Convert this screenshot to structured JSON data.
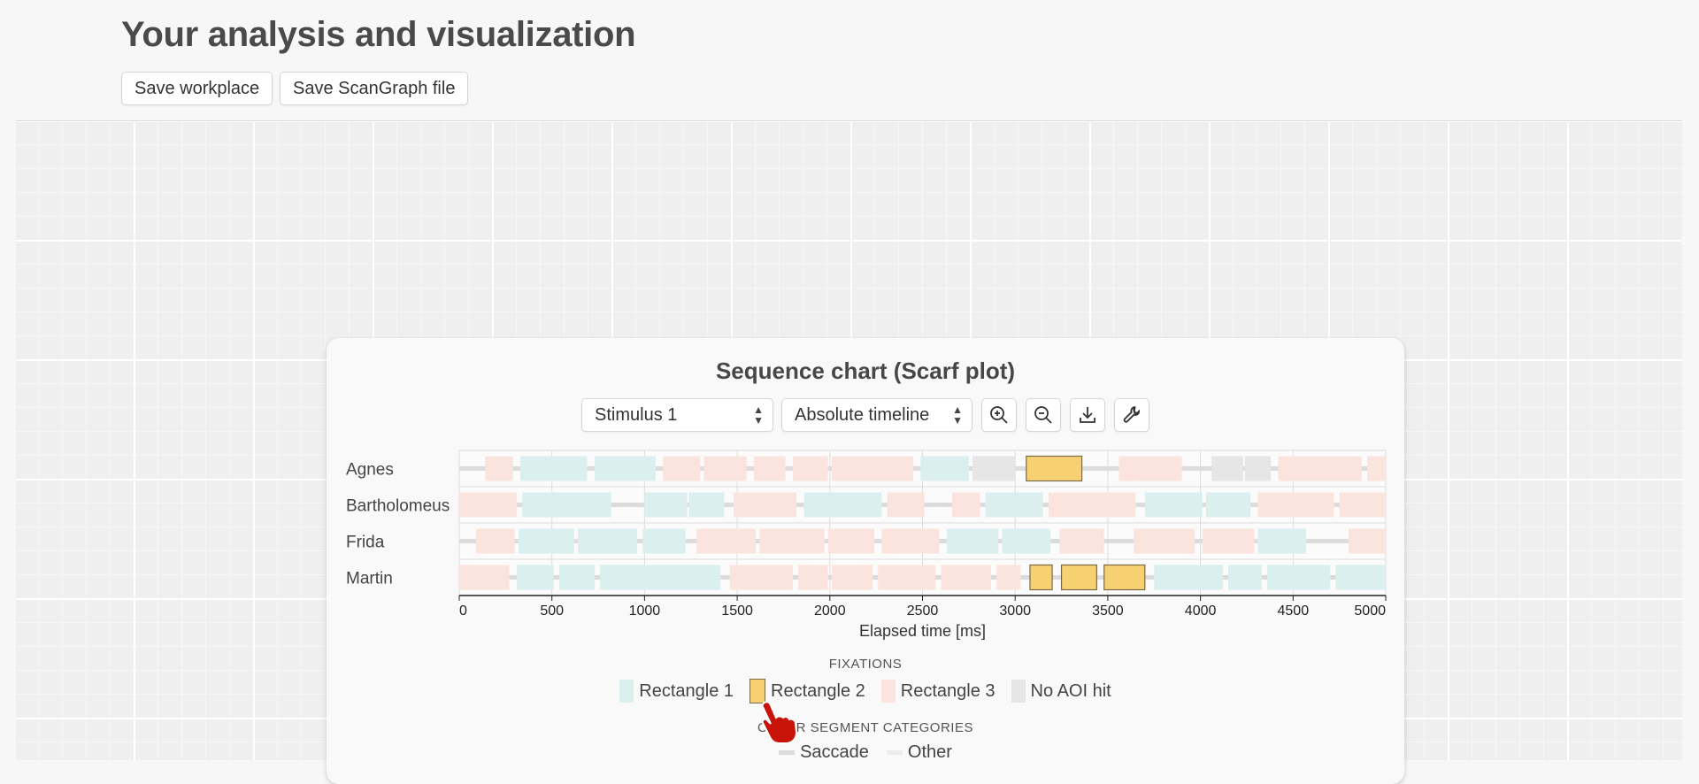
{
  "header": {
    "title": "Your analysis and visualization",
    "save_workplace": "Save workplace",
    "save_scangraph": "Save ScanGraph file"
  },
  "card": {
    "title": "Sequence chart (Scarf plot)",
    "stimulus_select": "Stimulus 1",
    "timeline_select": "Absolute timeline",
    "tools": [
      "zoom-in-icon",
      "zoom-out-icon",
      "download-icon",
      "wrench-icon"
    ]
  },
  "chart_data": {
    "type": "scarf",
    "xlabel": "Elapsed time [ms]",
    "xlim": [
      0,
      5000
    ],
    "ticks": [
      0,
      500,
      1000,
      1500,
      2000,
      2500,
      3000,
      3500,
      4000,
      4500,
      5000
    ],
    "categories": {
      "R1": {
        "label": "Rectangle 1",
        "color": "#dcefef"
      },
      "R2": {
        "label": "Rectangle 2",
        "color": "#f7d072"
      },
      "R3": {
        "label": "Rectangle 3",
        "color": "#fbe4dd"
      },
      "N": {
        "label": "No AOI hit",
        "color": "#e6e6e6"
      }
    },
    "participants": [
      {
        "name": "Agnes",
        "fixations": [
          [
            140,
            290,
            "R3"
          ],
          [
            330,
            690,
            "R1"
          ],
          [
            730,
            1060,
            "R1"
          ],
          [
            1100,
            1300,
            "R3"
          ],
          [
            1320,
            1550,
            "R3"
          ],
          [
            1590,
            1760,
            "R3"
          ],
          [
            1800,
            1990,
            "R3"
          ],
          [
            2010,
            2450,
            "R3"
          ],
          [
            2490,
            2750,
            "R1"
          ],
          [
            2770,
            3000,
            "N"
          ],
          [
            3060,
            3360,
            "R2"
          ],
          [
            3560,
            3900,
            "R3"
          ],
          [
            4060,
            4230,
            "N"
          ],
          [
            4240,
            4380,
            "N"
          ],
          [
            4420,
            4870,
            "R3"
          ],
          [
            4900,
            5000,
            "R3"
          ]
        ]
      },
      {
        "name": "Bartholomeus",
        "fixations": [
          [
            0,
            310,
            "R3"
          ],
          [
            340,
            820,
            "R1"
          ],
          [
            1000,
            1230,
            "R1"
          ],
          [
            1240,
            1430,
            "R1"
          ],
          [
            1480,
            1820,
            "R3"
          ],
          [
            1860,
            2280,
            "R1"
          ],
          [
            2310,
            2510,
            "R3"
          ],
          [
            2660,
            2810,
            "R3"
          ],
          [
            2840,
            3150,
            "R1"
          ],
          [
            3180,
            3650,
            "R3"
          ],
          [
            3700,
            4010,
            "R1"
          ],
          [
            4030,
            4270,
            "R1"
          ],
          [
            4310,
            4720,
            "R3"
          ],
          [
            4750,
            5000,
            "R3"
          ]
        ]
      },
      {
        "name": "Frida",
        "fixations": [
          [
            90,
            300,
            "R3"
          ],
          [
            320,
            620,
            "R1"
          ],
          [
            640,
            960,
            "R1"
          ],
          [
            990,
            1220,
            "R1"
          ],
          [
            1280,
            1600,
            "R3"
          ],
          [
            1620,
            1970,
            "R3"
          ],
          [
            1990,
            2240,
            "R3"
          ],
          [
            2280,
            2590,
            "R3"
          ],
          [
            2630,
            2910,
            "R1"
          ],
          [
            2930,
            3190,
            "R1"
          ],
          [
            3240,
            3480,
            "R3"
          ],
          [
            3640,
            3970,
            "R3"
          ],
          [
            4010,
            4290,
            "R3"
          ],
          [
            4310,
            4570,
            "R1"
          ],
          [
            4800,
            5000,
            "R3"
          ]
        ]
      },
      {
        "name": "Martin",
        "fixations": [
          [
            0,
            270,
            "R3"
          ],
          [
            310,
            510,
            "R1"
          ],
          [
            540,
            730,
            "R1"
          ],
          [
            760,
            1410,
            "R1"
          ],
          [
            1460,
            1800,
            "R3"
          ],
          [
            1830,
            1990,
            "R3"
          ],
          [
            2010,
            2230,
            "R3"
          ],
          [
            2260,
            2570,
            "R3"
          ],
          [
            2600,
            2870,
            "R3"
          ],
          [
            2900,
            3030,
            "R3"
          ],
          [
            3080,
            3200,
            "R2"
          ],
          [
            3250,
            3440,
            "R2"
          ],
          [
            3480,
            3700,
            "R2"
          ],
          [
            3750,
            4120,
            "R1"
          ],
          [
            4150,
            4330,
            "R1"
          ],
          [
            4360,
            4700,
            "R1"
          ],
          [
            4730,
            5000,
            "R1"
          ]
        ]
      }
    ],
    "saccade_color": "#dcdcdc",
    "other_color": "#ececec"
  },
  "legend": {
    "fixations_heading": "FIXATIONS",
    "other_heading": "OTHER SEGMENT CATEGORIES",
    "saccade": "Saccade",
    "other": "Other"
  }
}
